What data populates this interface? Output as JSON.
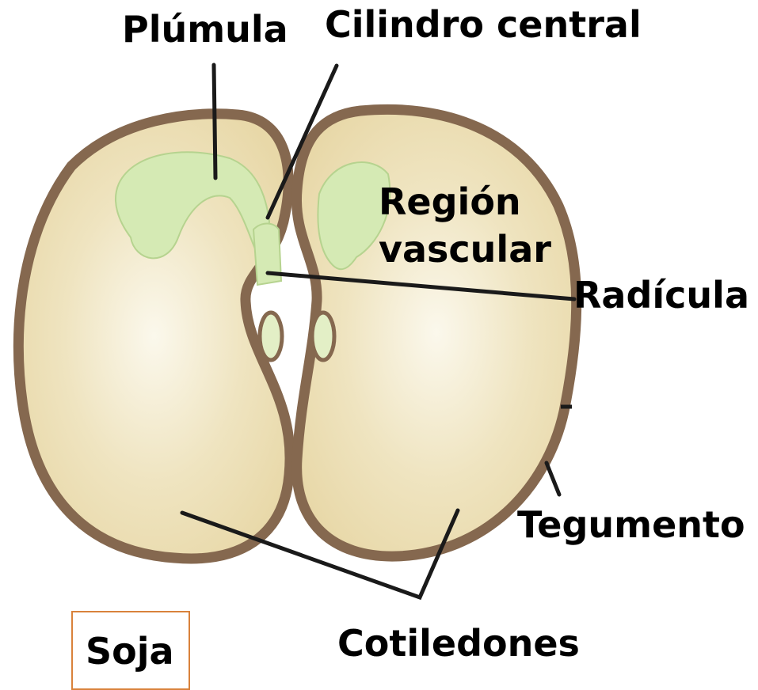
{
  "labels": {
    "plumula": "Plúmula",
    "cilindro_central": "Cilindro central",
    "region_vascular_line1": "Región",
    "region_vascular_line2": "vascular",
    "radicula": "Radícula",
    "tegumento": "Tegumento",
    "cotiledones": "Cotiledones",
    "soja": "Soja"
  },
  "colors": {
    "tegument": "#85684f",
    "cotyledon_fill": "#efe6c6",
    "embryo_green": "#d5eab4",
    "leader_line": "#1a1a1a",
    "box_border": "#d9823b"
  }
}
